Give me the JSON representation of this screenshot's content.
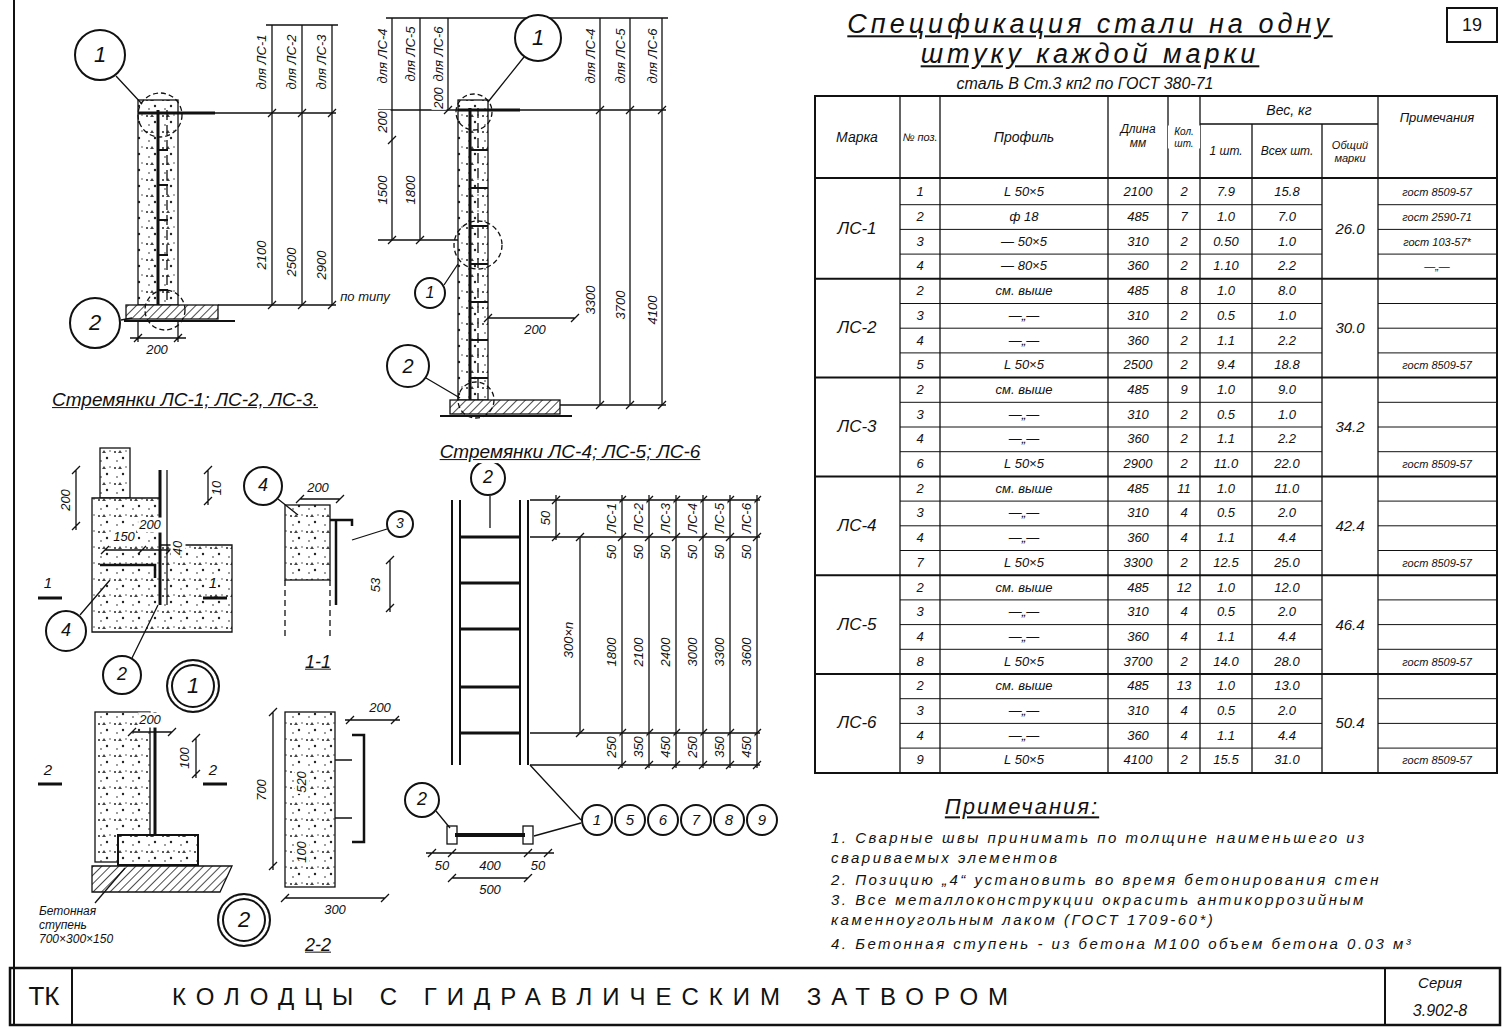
{
  "diagram": {
    "title": "КОЛОДЦЫ С ГИДРАВЛИЧЕСКИМ ЗАТВОРОМ",
    "nodes": [
      {
        "text": [
          "1"
        ]
      },
      {
        "text": [
          "2"
        ]
      },
      {
        "text": [
          "1"
        ]
      },
      {
        "text": [
          "1"
        ]
      },
      {
        "text": [
          "2"
        ]
      },
      {
        "text": [
          "4"
        ]
      },
      {
        "text": [
          "3"
        ]
      },
      {
        "text": [
          "4"
        ]
      },
      {
        "text": [
          "2"
        ]
      },
      {
        "text": [
          "1"
        ]
      },
      {
        "text": [
          "2"
        ]
      },
      {
        "text": [
          "2"
        ]
      },
      {
        "text": [
          "2"
        ]
      },
      {
        "text": [
          "1"
        ]
      },
      {
        "text": [
          "5"
        ]
      },
      {
        "text": [
          "6"
        ]
      },
      {
        "text": [
          "7"
        ]
      },
      {
        "text": [
          "8"
        ]
      },
      {
        "text": [
          "9"
        ]
      }
    ],
    "labels": [
      "для ЛС-1",
      "для ЛС-2",
      "для ЛС-3",
      "2100",
      "2500",
      "2900",
      "200",
      "Стремянки ЛС-1; ЛС-2, ЛС-3.",
      "для ЛС-4",
      "200",
      "1500",
      "для ЛС-5",
      "1800",
      "для ЛС-6",
      "200",
      "для ЛС-4",
      "для ЛС-5",
      "для ЛС-6",
      "3300",
      "3700",
      "4100",
      "по типу",
      "200",
      "Стремянки ЛС-4; ЛС-5; ЛС-6",
      "200",
      "150",
      "200",
      "40",
      "10",
      "1",
      "1",
      "200",
      "53",
      "1-1",
      "200",
      "100",
      "2",
      "2",
      "Бетонная ступень 700×300×150",
      "200",
      "700",
      "520",
      "100",
      "300",
      "2-2",
      "50",
      "300×n",
      "ЛС-1",
      "ЛС-2",
      "ЛС-3",
      "ЛС-4",
      "ЛС-5",
      "ЛС-6",
      "50",
      "50",
      "50",
      "50",
      "50",
      "50",
      "1800",
      "2100",
      "2400",
      "3000",
      "3300",
      "3600",
      "250",
      "350",
      "450",
      "250",
      "350",
      "450",
      "50",
      "400",
      "50",
      "500",
      "Спецификация стали на одну штуку каждой марки",
      "сталь В Ст.3 кп2 по ГОСТ 380-71",
      "19",
      "Примечания:",
      "1. Сварные швы принимать по толщине наименьшего из свариваемых элементов",
      "2. Позицию „4“ установить во время бетонирования стен",
      "3. Все металлоконструкции окрасить антикоррозийным каменноугольным лаком (ГОСТ 1709-60*)",
      "4. Бетонная ступень - из бетона М100 объем бетона 0.03 м³",
      "ТК",
      "Серия",
      "3.902-8",
      "Марка",
      "№ поз.",
      "Профиль",
      "Длина мм",
      "Кол. шт.",
      "Вес, кг",
      "1 шт.",
      "Всех шт.",
      "Общий марки",
      "Примечания",
      "ЛС-1",
      "ЛС-2",
      "ЛС-3",
      "ЛС-4",
      "ЛС-5",
      "ЛС-6",
      "26.0",
      "30.0",
      "34.2",
      "42.4",
      "46.4",
      "50.4",
      "1",
      "L 50×5",
      "2100",
      "2",
      "7.9",
      "15.8",
      "2",
      "ф 18",
      "485",
      "7",
      "1.0",
      "7.0",
      "3",
      "— 50×5",
      "310",
      "2",
      "0.50",
      "1.0",
      "4",
      "— 80×5",
      "360",
      "2",
      "1.10",
      "2.2",
      "2",
      "см. выше",
      "485",
      "8",
      "1.0",
      "8.0",
      "3",
      "—„—",
      "310",
      "2",
      "0.5",
      "1.0",
      "4",
      "—„—",
      "360",
      "2",
      "1.1",
      "2.2",
      "5",
      "L 50×5",
      "2500",
      "2",
      "9.4",
      "18.8",
      "2",
      "см. выше",
      "485",
      "9",
      "1.0",
      "9.0",
      "3",
      "—„—",
      "310",
      "2",
      "0.5",
      "1.0",
      "4",
      "—„—",
      "360",
      "2",
      "1.1",
      "2.2",
      "6",
      "L 50×5",
      "2900",
      "2",
      "11.0",
      "22.0",
      "2",
      "см. выше",
      "485",
      "11",
      "1.0",
      "11.0",
      "3",
      "—„—",
      "310",
      "4",
      "0.5",
      "2.0",
      "4",
      "—„—",
      "360",
      "4",
      "1.1",
      "4.4",
      "7",
      "L 50×5",
      "3300",
      "2",
      "12.5",
      "25.0",
      "2",
      "см. выше",
      "485",
      "12",
      "1.0",
      "12.0",
      "3",
      "—„—",
      "310",
      "4",
      "0.5",
      "2.0",
      "4",
      "—„—",
      "360",
      "4",
      "1.1",
      "4.4",
      "8",
      "L 50×5",
      "3700",
      "2",
      "14.0",
      "28.0",
      "2",
      "см. выше",
      "485",
      "13",
      "1.0",
      "13.0",
      "3",
      "—„—",
      "310",
      "4",
      "0.5",
      "2.0",
      "4",
      "—„—",
      "360",
      "4",
      "1.1",
      "4.4",
      "9",
      "L 50×5",
      "4100",
      "2",
      "15.5",
      "31.0",
      "гост 8509-57",
      "гост 2590-71",
      "гост 103-57*",
      "—„—",
      "гост 8509-57",
      "гост 8509-57",
      "гост 8509-57",
      "гост 8509-57",
      "гост 8509-57"
    ]
  }
}
